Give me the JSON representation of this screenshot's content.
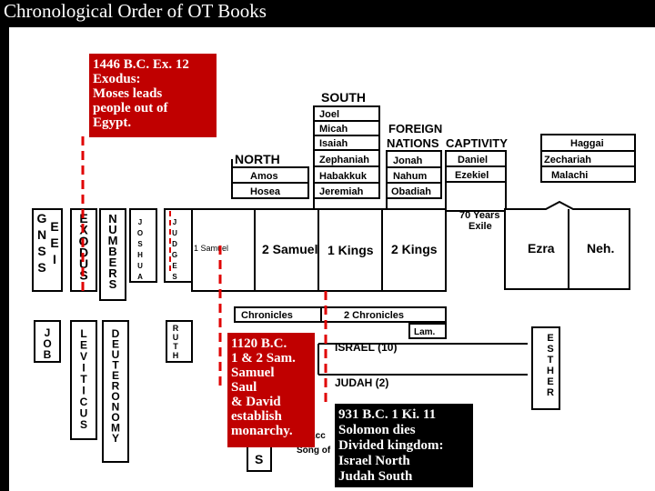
{
  "title": "Chronological Order of OT Books",
  "headers": {
    "south": "SOUTH",
    "north": "NORTH",
    "foreign_nations": "FOREIGN\nNATIONS",
    "captivity": "CAPTIVITY"
  },
  "south_prophets": [
    "Joel",
    "Micah",
    "Isaiah",
    "Zephaniah",
    "Habakkuk",
    "Jeremiah"
  ],
  "north_prophets": [
    "Amos",
    "Hosea"
  ],
  "foreign_prophets": [
    "Jonah",
    "Nahum",
    "Obadiah"
  ],
  "captivity_prophets": [
    "Daniel",
    "Ezekiel"
  ],
  "post_exile_prophets": [
    "Haggai",
    "Zechariah",
    "Malachi"
  ],
  "exile_label": "70 Years\nExile",
  "main_books": {
    "genesis": "GENESIS",
    "exodus": "EXODUS",
    "numbers": "NUMBERS",
    "joshua": "JOSHUA",
    "judges": "JUDGES",
    "samuel1": "1 Samuel",
    "samuel2": "2 Samuel",
    "kings1": "1 Kings",
    "kings2": "2 Kings",
    "ezra": "Ezra",
    "neh": "Neh."
  },
  "lower_books": {
    "job": "JOB",
    "leviticus": "LEVITICUS",
    "deuteronomy": "DEUTERONOMY",
    "ruth": "RUTH",
    "esther": "ESTHER",
    "psalms": "S"
  },
  "chronicles": [
    "Chronicles",
    "2 Chronicles"
  ],
  "lam": "Lam.",
  "israel": "ISRAEL (10)",
  "judah": "JUDAH (2)",
  "song_fragment": "Song of",
  "ecc_fragment": "Ecc",
  "notes": {
    "exodus": "1446 B.C. Ex. 12\nExodus:\nMoses leads\npeople out of\nEgypt.",
    "monarchy": "1120 B.C.\n1 & 2 Sam.\nSamuel\nSaul\n& David\nestablish\nmonarchy.",
    "division": "931 B.C. 1 Ki. 11\nSolomon dies\nDivided kingdom:\nIsrael North\nJudah South"
  },
  "colors": {
    "note_red": "#c00000",
    "dash_red": "#e00000"
  }
}
